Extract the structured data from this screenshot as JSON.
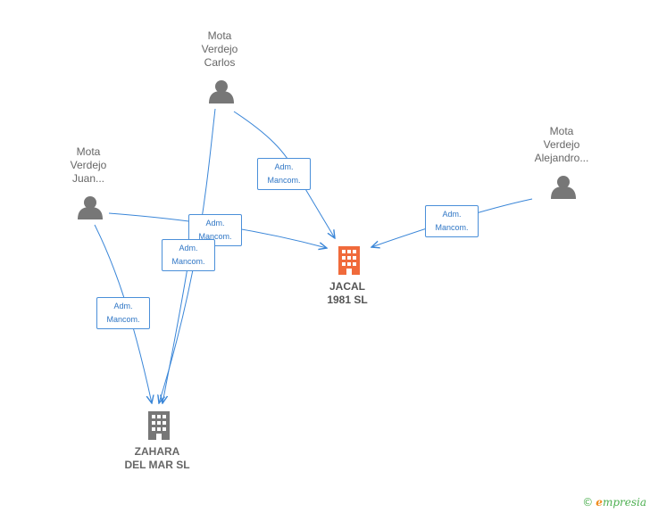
{
  "colors": {
    "edge": "#3a86d8",
    "person_icon": "#777777",
    "main_company_icon": "#f06a3b",
    "company_icon": "#777777"
  },
  "persons": [
    {
      "id": "carlos",
      "label": "Mota\nVerdejo\nCarlos",
      "icon": "person-icon"
    },
    {
      "id": "juan",
      "label": "Mota\nVerdejo\nJuan...",
      "icon": "person-icon"
    },
    {
      "id": "alejandro",
      "label": "Mota\nVerdejo\nAlejandro...",
      "icon": "person-icon"
    }
  ],
  "companies": [
    {
      "id": "jacal",
      "label": "JACAL\n1981  SL",
      "icon": "building-icon",
      "main": true
    },
    {
      "id": "zahara",
      "label": "ZAHARA\nDEL MAR SL",
      "icon": "building-icon",
      "main": false
    }
  ],
  "edges": [
    {
      "from": "carlos",
      "to": "jacal",
      "label": "Adm.\nMancom."
    },
    {
      "from": "carlos",
      "to": "zahara",
      "label": "Adm.\nMancom."
    },
    {
      "from": "juan",
      "to": "jacal",
      "label": "Adm.\nMancom."
    },
    {
      "from": "juan",
      "to": "zahara",
      "label": "Adm.\nMancom."
    },
    {
      "from": "alejandro",
      "to": "jacal",
      "label": "Adm.\nMancom."
    }
  ],
  "brand": {
    "copyright": "©",
    "initial": "e",
    "name": "mpresia"
  }
}
